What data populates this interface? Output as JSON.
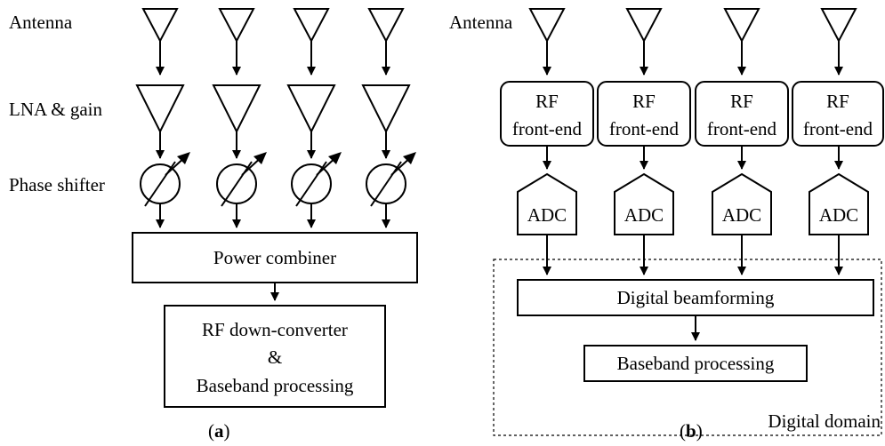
{
  "panel_a": {
    "labels": {
      "antenna": "Antenna",
      "lna": "LNA & gain",
      "phase_shifter": "Phase shifter"
    },
    "power_combiner": "Power combiner",
    "downconverter": {
      "line1": "RF down-converter",
      "line2": "&",
      "line3": "Baseband processing"
    },
    "caption_open": "(",
    "caption_letter": "a",
    "caption_close": ")"
  },
  "panel_b": {
    "labels": {
      "antenna": "Antenna"
    },
    "rf_frontend": {
      "line1": "RF",
      "line2": "front-end"
    },
    "adc": "ADC",
    "digital_beamforming": "Digital beamforming",
    "baseband": "Baseband processing",
    "digital_domain": "Digital domain",
    "caption_open": "(",
    "caption_letter": "b",
    "caption_close": ")"
  }
}
